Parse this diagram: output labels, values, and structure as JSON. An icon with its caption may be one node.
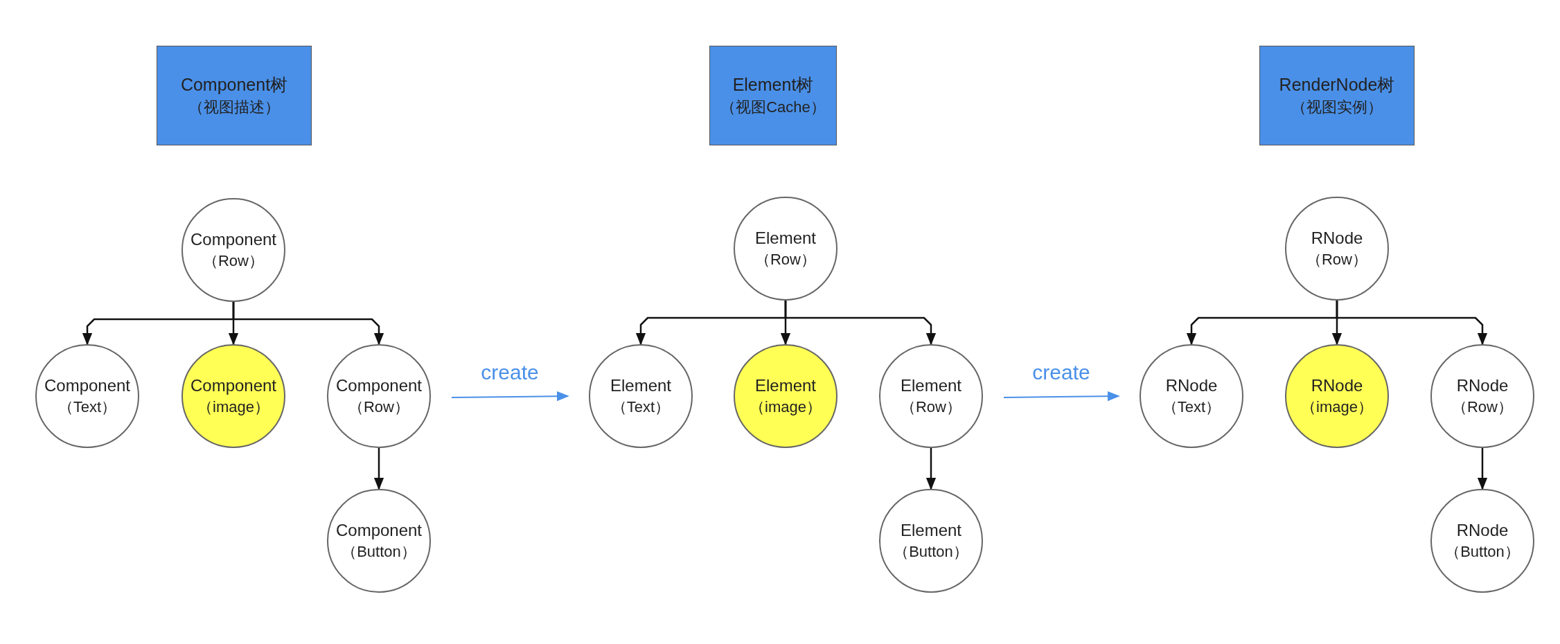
{
  "diagram": {
    "nodes": [
      {
        "text": [
          "Component树",
          "（视图描述）"
        ]
      },
      {
        "text": [
          "Component",
          "（Row）"
        ]
      },
      {
        "text": [
          "Component",
          "（Text）"
        ]
      },
      {
        "text": [
          "Component",
          "（image）"
        ]
      },
      {
        "text": [
          "Component",
          "（Row）"
        ]
      },
      {
        "text": [
          "Component",
          "（Button）"
        ]
      },
      {
        "text": [
          "Element树",
          "（视图Cache）"
        ]
      },
      {
        "text": [
          "Element",
          "（Row）"
        ]
      },
      {
        "text": [
          "Element",
          "（Text）"
        ]
      },
      {
        "text": [
          "Element",
          "（image）"
        ]
      },
      {
        "text": [
          "Element",
          "（Row）"
        ]
      },
      {
        "text": [
          "Element",
          "（Button）"
        ]
      },
      {
        "text": [
          "RenderNode树",
          "（视图实例）"
        ]
      },
      {
        "text": [
          "RNode",
          "（Row）"
        ]
      },
      {
        "text": [
          "RNode",
          "（Text）"
        ]
      },
      {
        "text": [
          "RNode",
          "（image）"
        ]
      },
      {
        "text": [
          "RNode",
          "（Row）"
        ]
      },
      {
        "text": [
          "RNode",
          "（Button）"
        ]
      }
    ],
    "edges": [
      {
        "from": 1,
        "to": 2,
        "arrow": "to"
      },
      {
        "from": 1,
        "to": 3,
        "arrow": "to"
      },
      {
        "from": 1,
        "to": 4,
        "arrow": "to"
      },
      {
        "from": 4,
        "to": 5,
        "arrow": "to"
      },
      {
        "from": 4,
        "to": 8,
        "arrow": "to",
        "label": "create",
        "color": "#4a90e8"
      },
      {
        "from": 7,
        "to": 8,
        "arrow": "to"
      },
      {
        "from": 7,
        "to": 9,
        "arrow": "to"
      },
      {
        "from": 7,
        "to": 10,
        "arrow": "to"
      },
      {
        "from": 10,
        "to": 11,
        "arrow": "to"
      },
      {
        "from": 10,
        "to": 14,
        "arrow": "to",
        "label": "create",
        "color": "#4a90e8"
      },
      {
        "from": 13,
        "to": 14,
        "arrow": "to"
      },
      {
        "from": 13,
        "to": 15,
        "arrow": "to"
      },
      {
        "from": 13,
        "to": 16,
        "arrow": "to"
      },
      {
        "from": 16,
        "to": 17,
        "arrow": "to"
      }
    ]
  }
}
